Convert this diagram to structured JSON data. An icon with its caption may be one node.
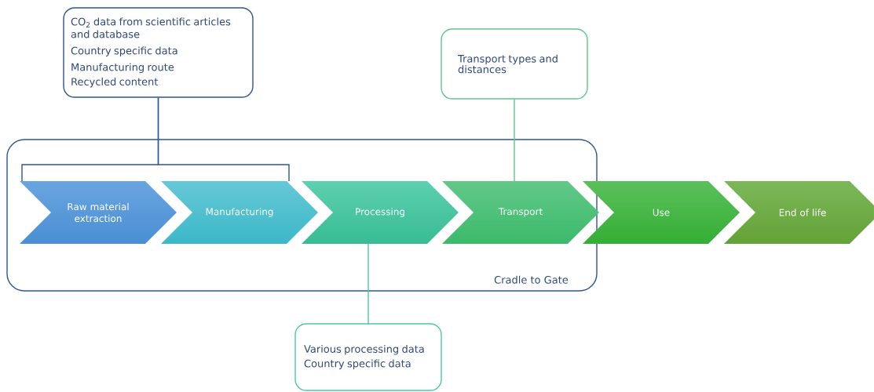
{
  "diagram": {
    "nodes": [
      {
        "text": [
          "CO$_{2}$ data from scientific articles and database",
          "Country specific data",
          "Manufacturing route",
          "Recycled content"
        ]
      },
      {
        "text": [
          "Transport types and distances"
        ]
      },
      {
        "text": [
          "Cradle to Gate"
        ]
      },
      {
        "text": [
          "Raw material extraction"
        ],
        "in": 2
      },
      {
        "text": [
          "Manufacturing"
        ],
        "in": 2
      },
      {
        "text": [
          "Processing"
        ],
        "in": 2
      },
      {
        "text": [
          "Transport"
        ],
        "in": 2
      },
      {
        "text": [
          "Use"
        ]
      },
      {
        "text": [
          "End of life"
        ]
      },
      {
        "text": [
          "Various processing data",
          "Country specific data"
        ]
      }
    ],
    "edges": [
      {
        "from": 0,
        "to": 3,
        "arrow": "none"
      },
      {
        "from": 0,
        "to": 4,
        "arrow": "none"
      },
      {
        "from": 1,
        "to": 6,
        "arrow": "none",
        "color": "#5cc98a"
      },
      {
        "from": 5,
        "to": 9,
        "arrow": "none",
        "color": "#4dc9a5"
      }
    ]
  }
}
